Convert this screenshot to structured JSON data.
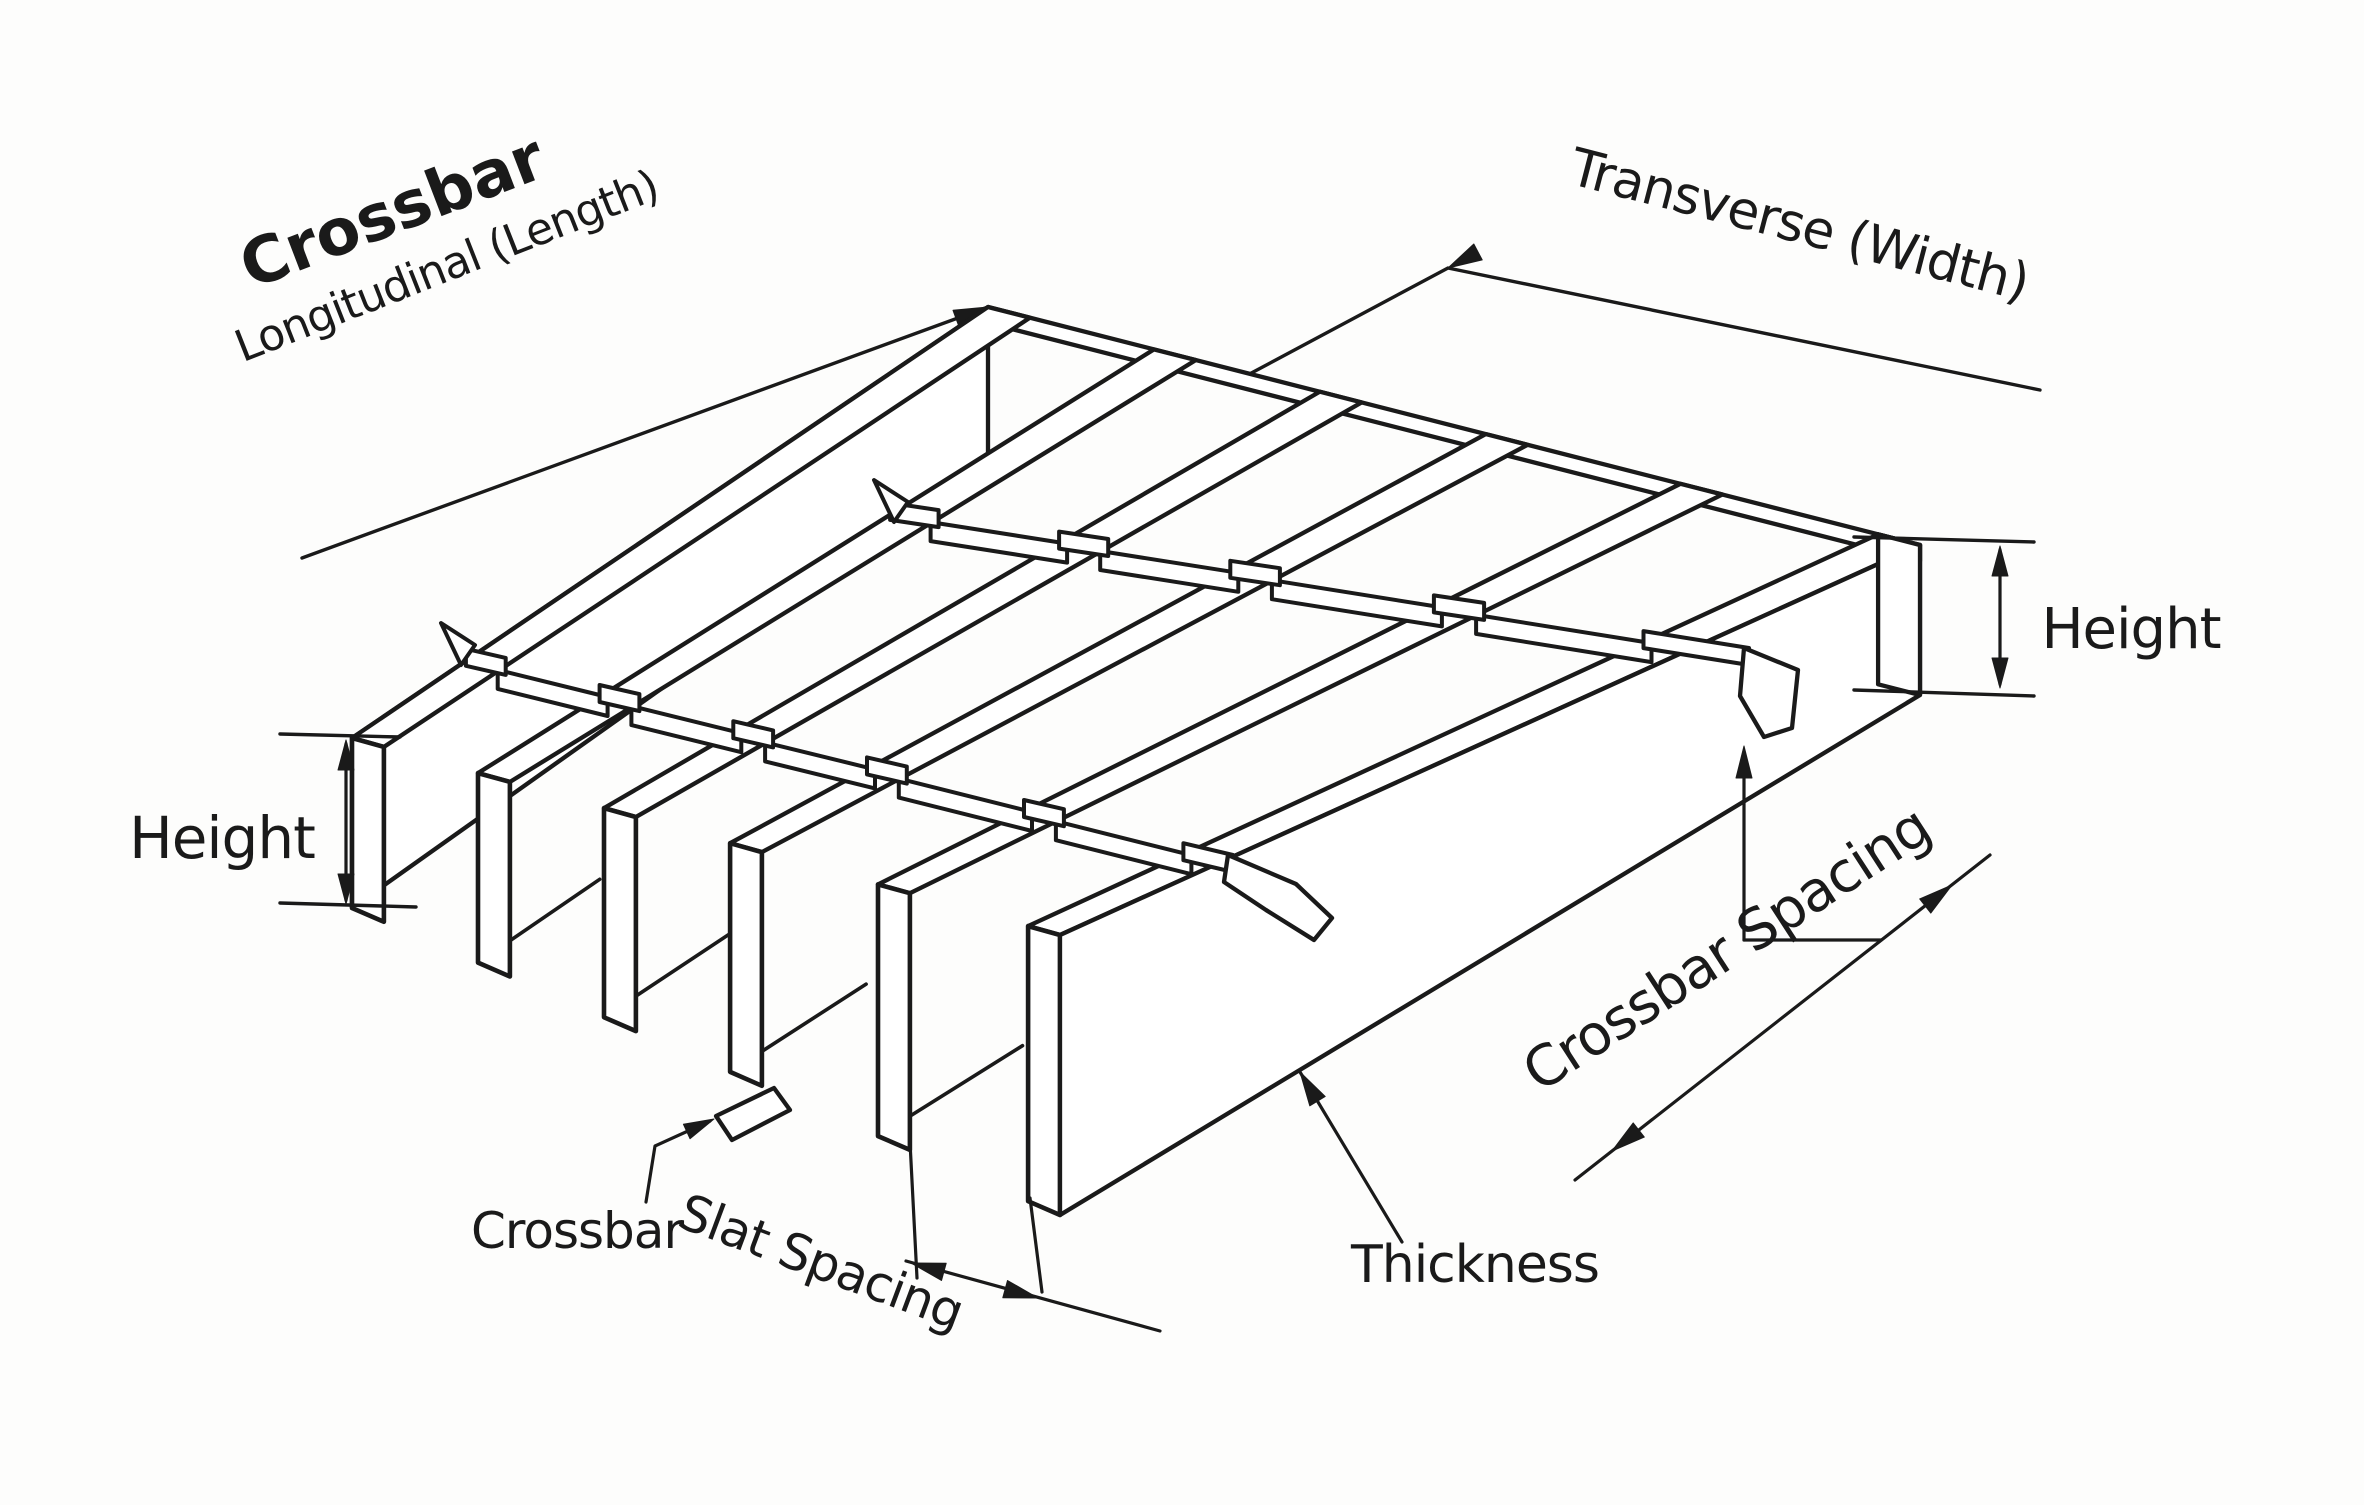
{
  "labels": {
    "crossbar_top": "Crossbar",
    "longitudinal": "Longitudinal (Length)",
    "transverse": "Transverse (Width)",
    "height_left": "Height",
    "height_right": "Height",
    "crossbar_spacing": "Crossbar Spacing",
    "crossbar_bottom": "Crossbar",
    "slat_spacing": "Slat Spacing",
    "thickness": "Thickness"
  },
  "colors": {
    "ink": "#1a1a1a",
    "paper": "#fdfdfc",
    "fill": "#ffffff"
  },
  "diagram": {
    "type": "isometric-line-drawing",
    "subject": "bar grating dimension diagram",
    "slats_visible": 6,
    "crossbars_visible": 2
  }
}
